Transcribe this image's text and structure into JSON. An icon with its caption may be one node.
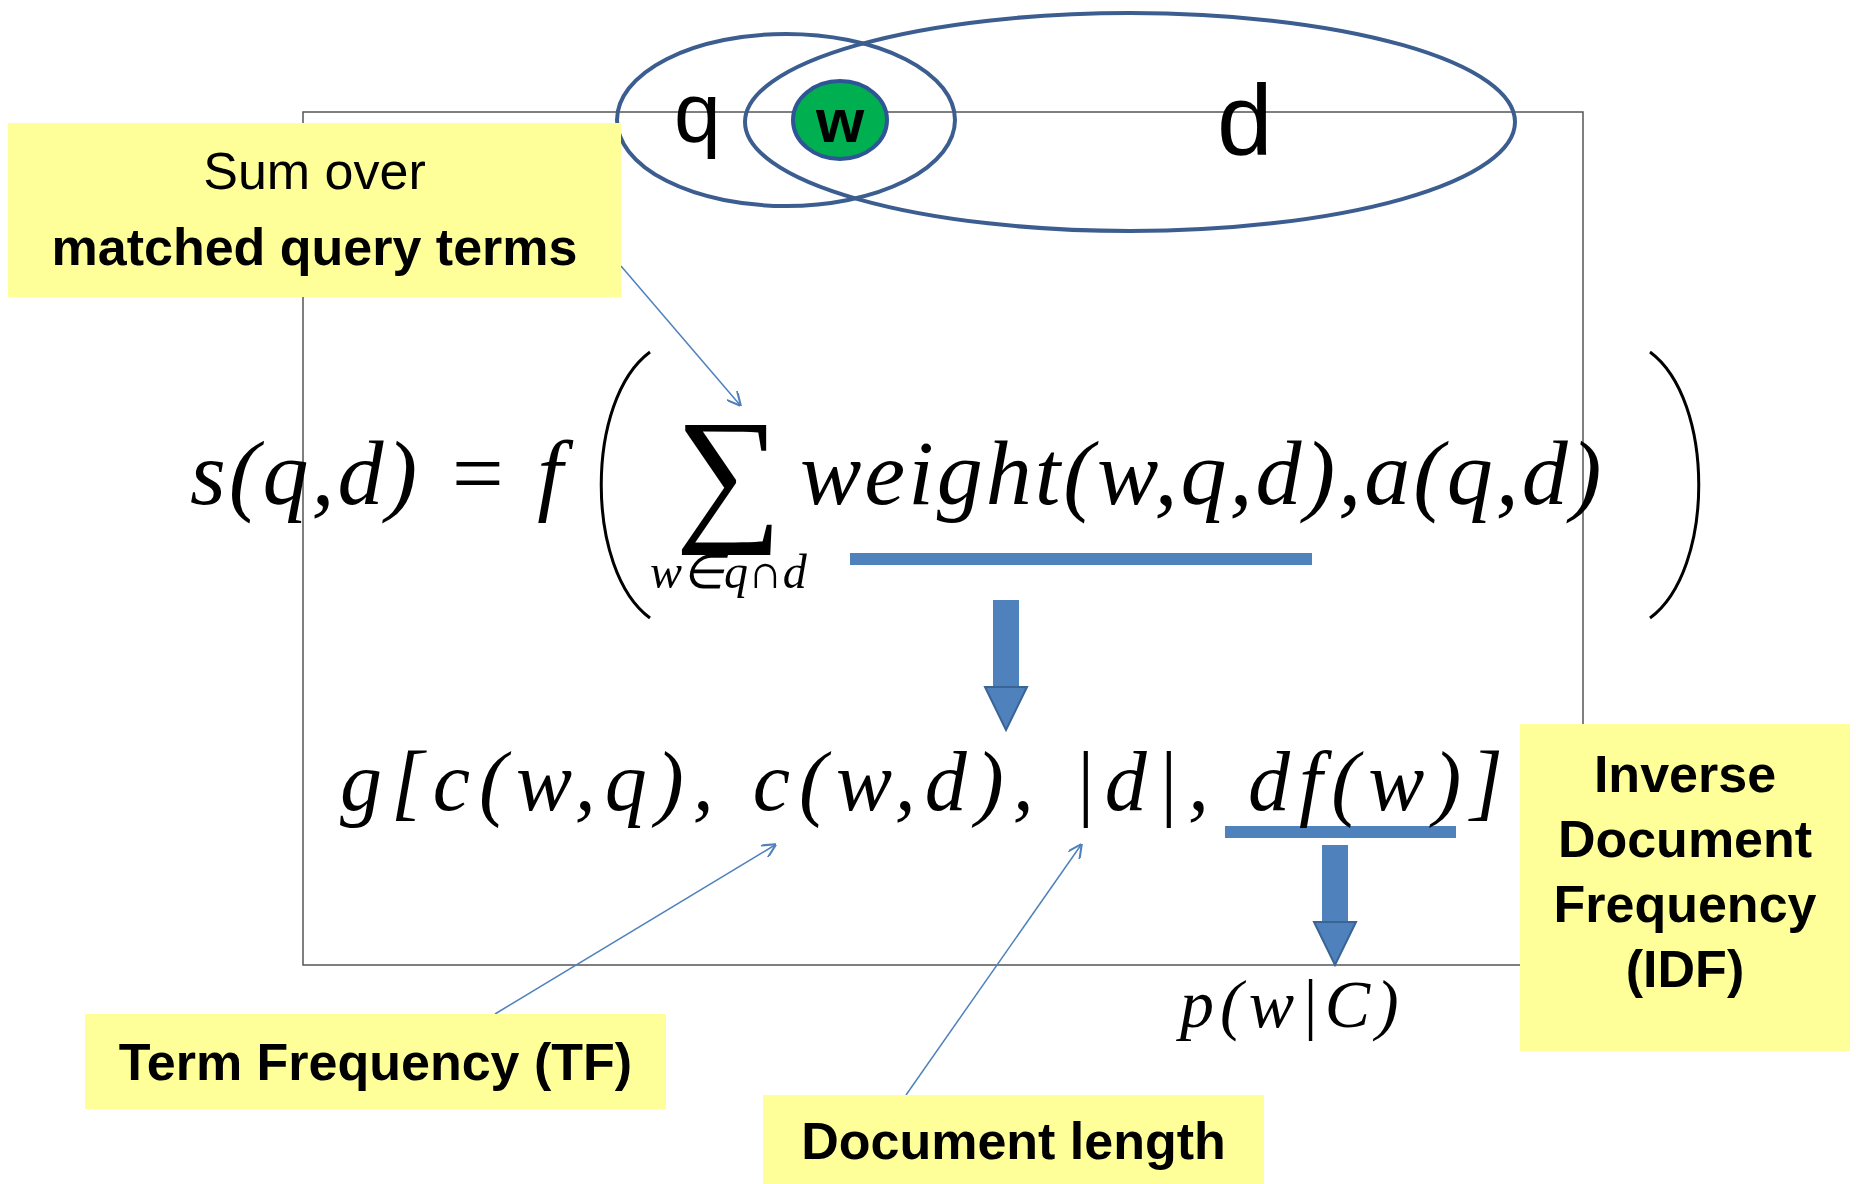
{
  "diagram": {
    "nodes": [
      {
        "text": [
          "q"
        ]
      },
      {
        "text": [
          "d"
        ]
      },
      {
        "text": [
          "w"
        ]
      },
      {
        "text": [
          "Sum over",
          "matched query terms"
        ]
      },
      {
        "text": [
          "s(q,d) = f",
          "∑",
          "weight(w,q,d),a(q,d)",
          "w∈q∩d"
        ]
      },
      {
        "text": [
          "g[c(w,q), c(w,d), |d|, df(w)]"
        ]
      },
      {
        "text": [
          "p(w|C)"
        ]
      },
      {
        "text": [
          "Term Frequency (TF)"
        ]
      },
      {
        "text": [
          "Document length"
        ]
      },
      {
        "text": [
          "Inverse Document Frequency (IDF)"
        ]
      }
    ],
    "edges": [
      {
        "from": 3,
        "to": 4,
        "arrow": "to"
      },
      {
        "from": 4,
        "to": 5,
        "arrow": "to",
        "style": "thick"
      },
      {
        "from": 5,
        "to": 6,
        "arrow": "to",
        "style": "thick"
      },
      {
        "from": 7,
        "to": 5,
        "arrow": "to"
      },
      {
        "from": 8,
        "to": 5,
        "arrow": "to"
      }
    ]
  }
}
